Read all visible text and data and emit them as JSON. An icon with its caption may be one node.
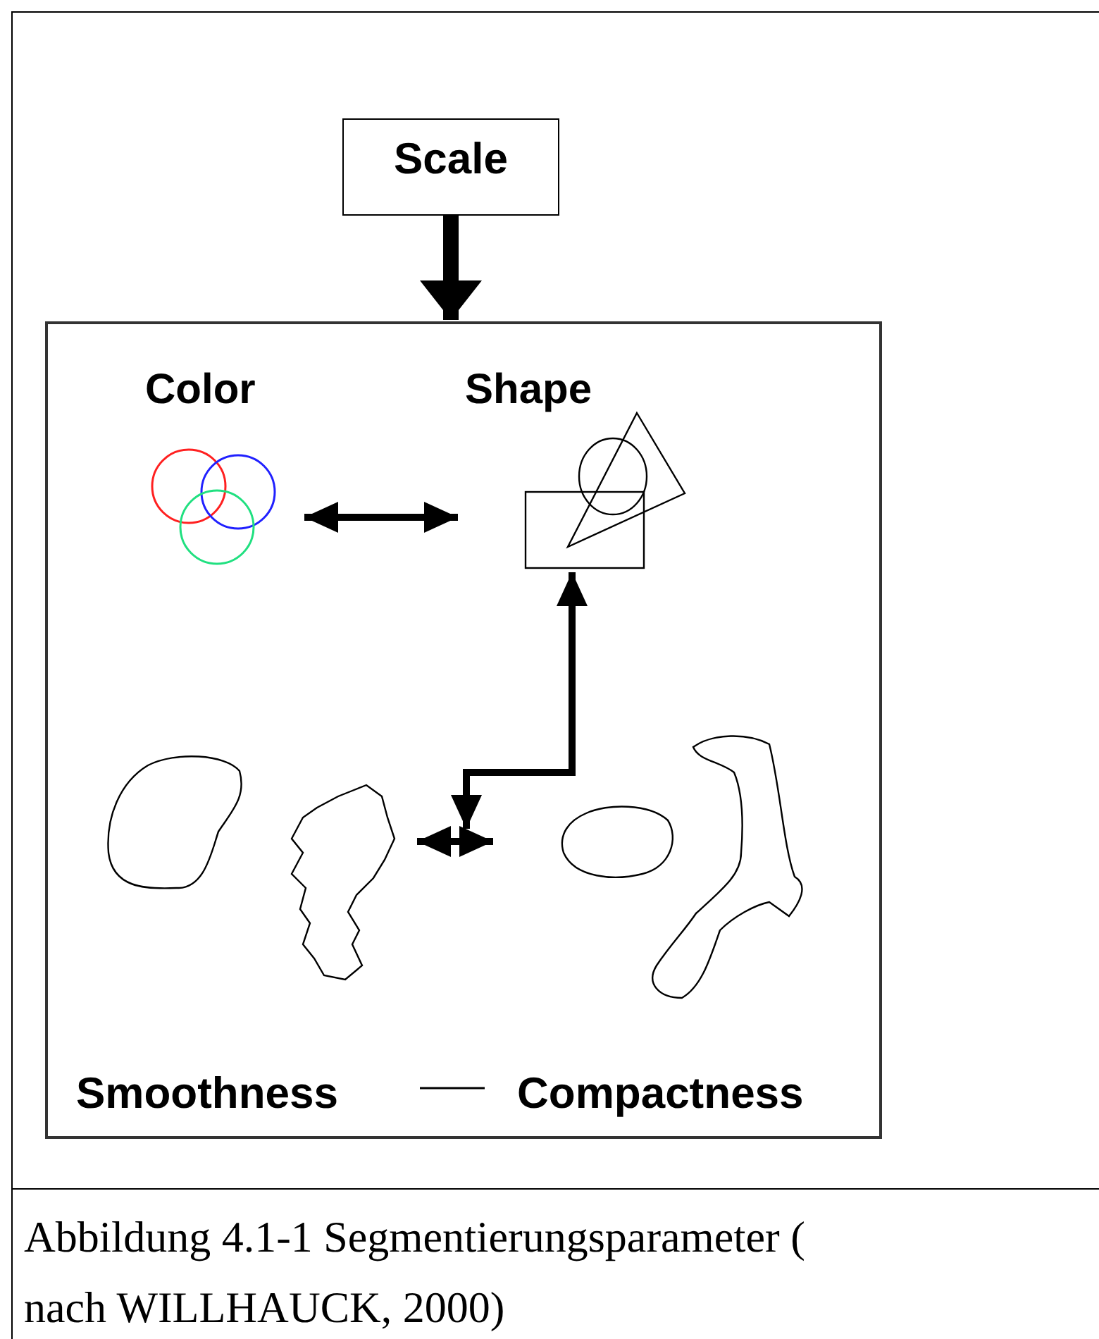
{
  "diagram": {
    "caption": "Abbildung 4.1-1 Segmentierungsparameter ( nach WILLHAUCK, 2000)",
    "nodes": [
      {
        "text": [
          "Scale"
        ]
      },
      {
        "text": [],
        "shape": "box"
      },
      {
        "text": [
          "Color"
        ],
        "in": 1
      },
      {
        "text": [
          "Shape"
        ],
        "in": 1
      },
      {
        "text": [
          "Smoothness"
        ],
        "in": 1
      },
      {
        "text": [
          "Compactness"
        ],
        "in": 1
      }
    ],
    "edges": [
      {
        "from": 0,
        "to": 1,
        "arrow": "to",
        "style": "thick"
      },
      {
        "from": 2,
        "to": 3,
        "arrow": "both"
      },
      {
        "from": 4,
        "to": 5,
        "arrow": "both"
      },
      {
        "from": 4,
        "to": 5,
        "arrow": "none"
      },
      {
        "from": null,
        "to": 3,
        "arrow": "both"
      }
    ]
  }
}
